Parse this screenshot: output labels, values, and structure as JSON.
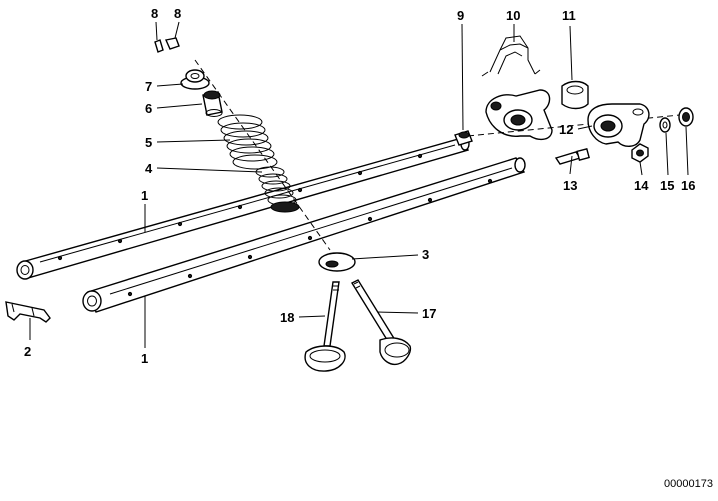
{
  "diagram": {
    "document_number": "00000173",
    "callouts": {
      "c1a": "1",
      "c1b": "1",
      "c2": "2",
      "c3": "3",
      "c4": "4",
      "c5": "5",
      "c6": "6",
      "c7": "7",
      "c8a": "8",
      "c8b": "8",
      "c9": "9",
      "c10": "10",
      "c11": "11",
      "c12": "12",
      "c13": "13",
      "c14": "14",
      "c15": "15",
      "c16": "16",
      "c17": "17",
      "c18": "18"
    }
  }
}
